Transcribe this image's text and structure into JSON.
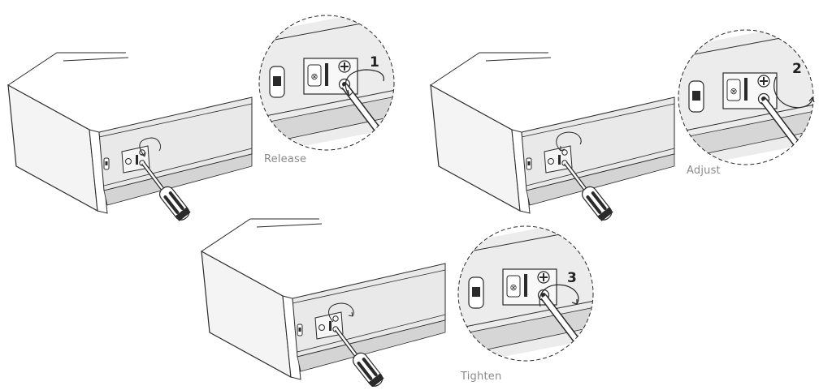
{
  "steps": [
    {
      "number": "1",
      "caption": "Release"
    },
    {
      "number": "2",
      "caption": "Adjust"
    },
    {
      "number": "3",
      "caption": "Tighten"
    }
  ],
  "colors": {
    "line": "#2a2a2a",
    "panel": "#e9e9e9",
    "panelDark": "#d4d4d4",
    "caption": "#8a8a8a"
  },
  "icons": [
    "drawer-icon",
    "screwdriver-icon",
    "rotation-arrow-icon",
    "magnifier-circle-icon"
  ]
}
